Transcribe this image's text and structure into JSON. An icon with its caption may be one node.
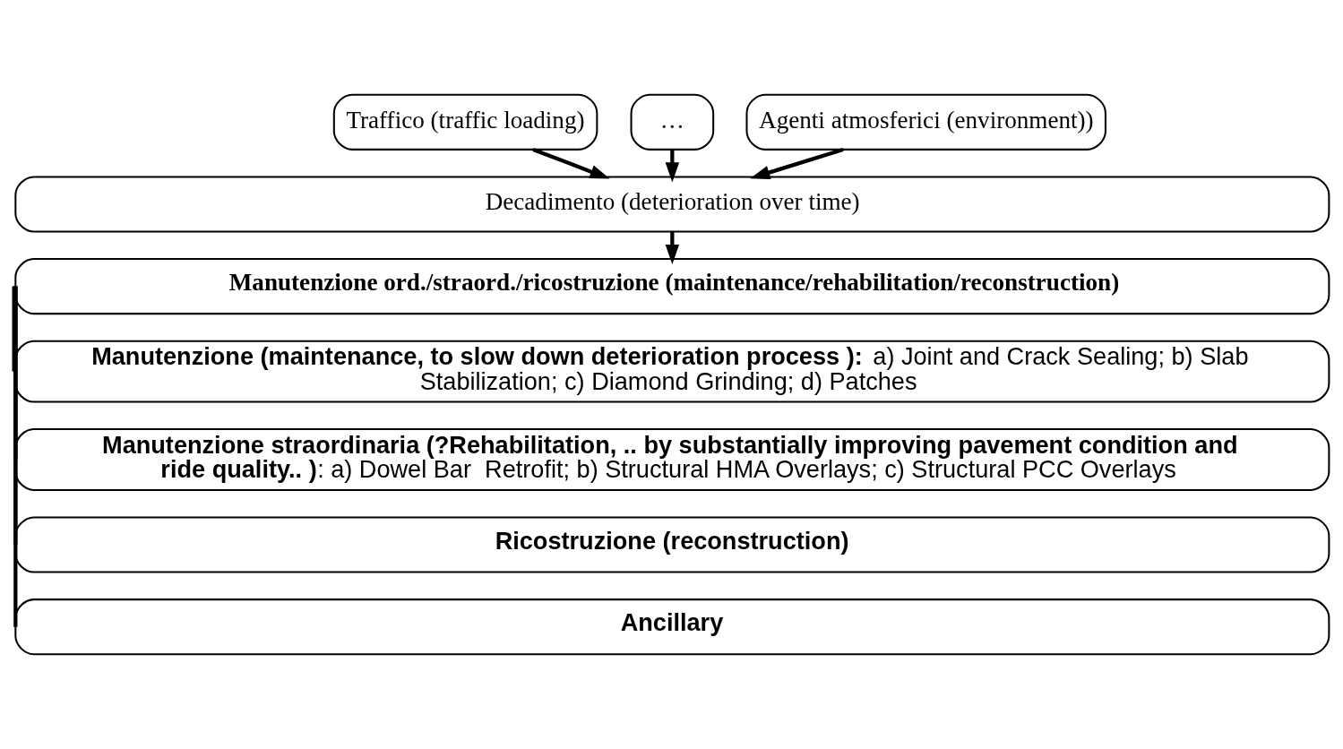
{
  "diagram": {
    "nodes": [
      {
        "text": [
          "Traffico (traffic loading)"
        ]
      },
      {
        "text": [
          "…"
        ]
      },
      {
        "text": [
          "Agenti atmosferici (environment))"
        ]
      },
      {
        "text": [
          "Decadimento (deterioration over time)"
        ]
      },
      {
        "text": [
          "Manutenzione ord./straord./ricostruzione (maintenance/rehabilitation/reconstruction)"
        ]
      },
      {
        "text": [
          "**Manutenzione (maintenance, to slow down deterioration process ):** a) Joint and Crack Sealing; b) Slab Stabilization; c) Diamond Grinding; d) Patches"
        ]
      },
      {
        "text": [
          "**Manutenzione straordinaria (?Rehabilitation, .. by substantially improving pavement condition and ride quality.. )**: a) Dowel Bar  Retrofit; b) Structural HMA Overlays; c) Structural PCC Overlays"
        ]
      },
      {
        "text": [
          "Ricostruzione (reconstruction)"
        ]
      },
      {
        "text": [
          "Ancillary"
        ]
      }
    ],
    "edges": [
      {
        "from": 0,
        "to": 3,
        "arrow": "to"
      },
      {
        "from": 1,
        "to": 3,
        "arrow": "to"
      },
      {
        "from": 2,
        "to": 3,
        "arrow": "to"
      },
      {
        "from": 3,
        "to": 4,
        "arrow": "to"
      },
      {
        "from": 4,
        "to": 5,
        "arrow": "none"
      },
      {
        "from": 4,
        "to": 6,
        "arrow": "none"
      },
      {
        "from": 4,
        "to": 7,
        "arrow": "none"
      },
      {
        "from": 4,
        "to": 8,
        "arrow": "none"
      }
    ]
  }
}
